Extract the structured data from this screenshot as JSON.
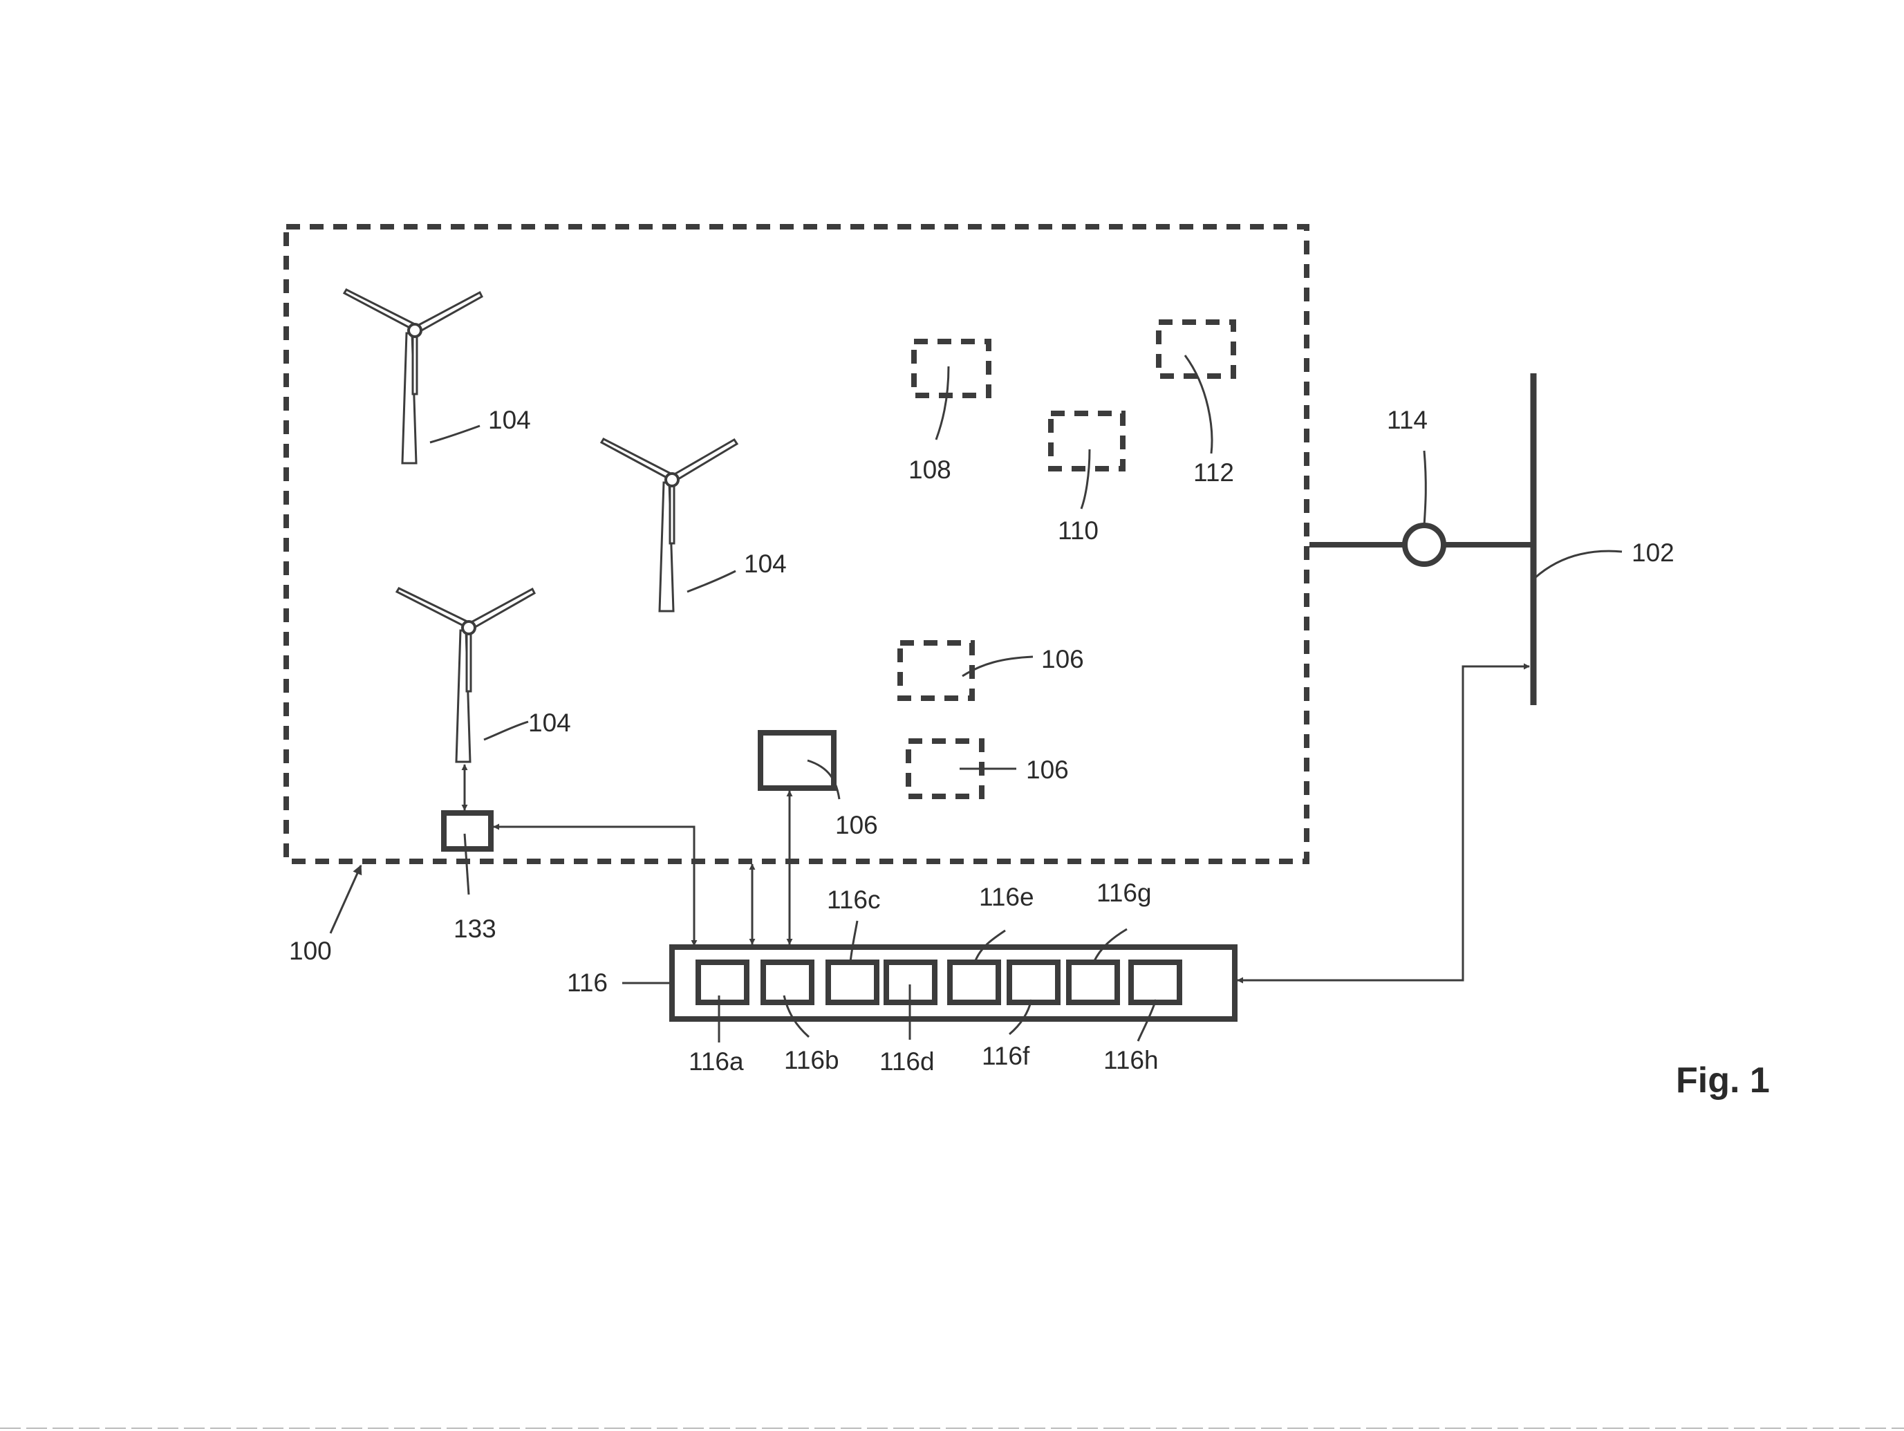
{
  "figure": {
    "caption": "Fig. 1"
  },
  "labels": {
    "park": "100",
    "grid": "102",
    "turbine_1": "104",
    "turbine_2": "104",
    "turbine_3": "104",
    "component_108": "108",
    "component_110": "110",
    "component_112": "112",
    "meter": "114",
    "storage_a": "106",
    "storage_b": "106",
    "storage_c": "106",
    "turbine_controller": "133",
    "controller": "116",
    "modules": [
      "116a",
      "116b",
      "116c",
      "116d",
      "116e",
      "116f",
      "116g",
      "116h"
    ]
  },
  "colors": {
    "line": "#3c3c3c",
    "text": "#2a2a2a",
    "background": "#ffffff"
  }
}
